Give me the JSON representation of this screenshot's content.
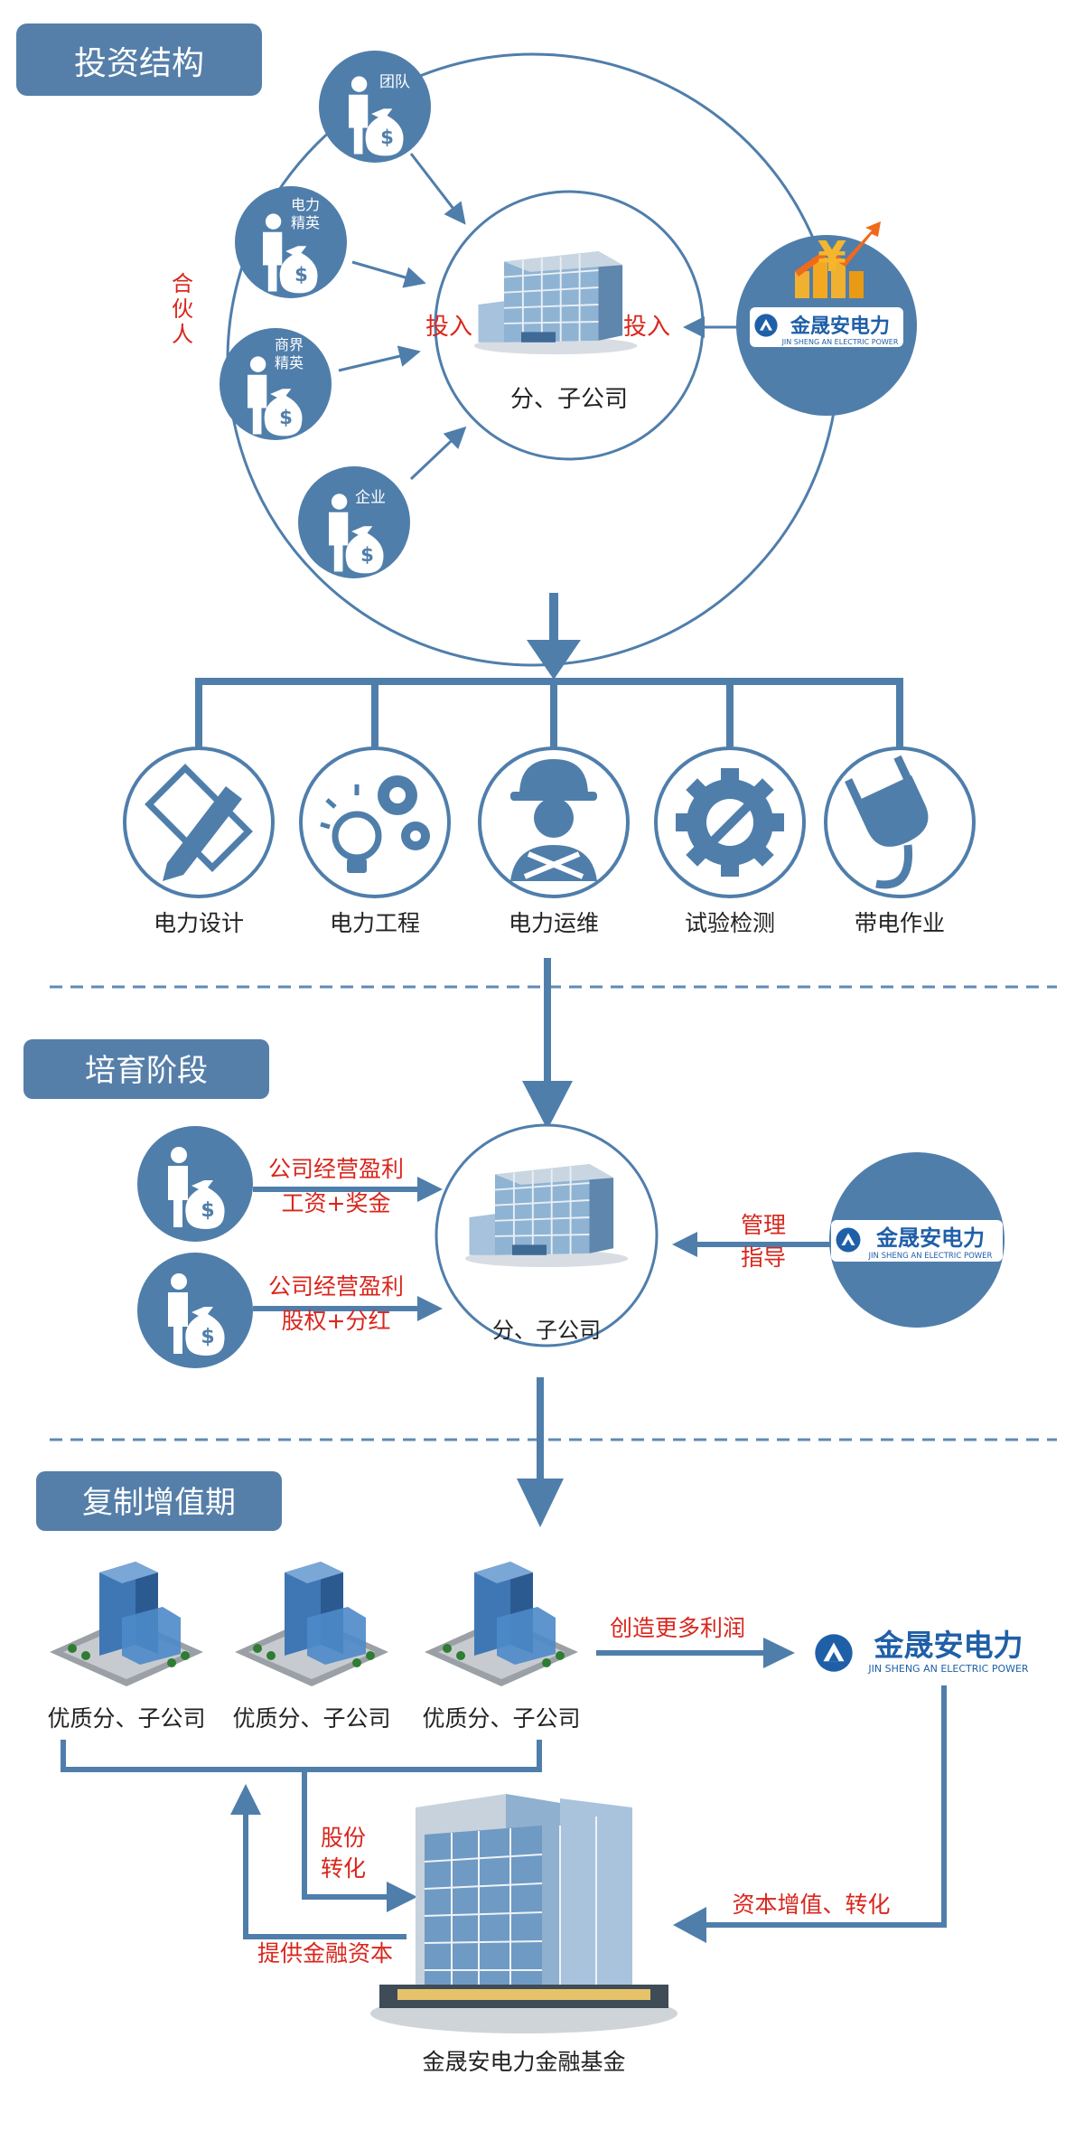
{
  "colors": {
    "primary": "#4f7eab",
    "primary_dark": "#3f6a96",
    "accent_red": "#d9261c",
    "dash": "#5f8ab6",
    "label_bg": "#557fa9"
  },
  "section1": {
    "heading": "投资结构",
    "partners_label": "合伙人",
    "partners": [
      {
        "label_line1": "团队",
        "label_line2": "",
        "icon": "investor-moneybag-icon"
      },
      {
        "label_line1": "电力",
        "label_line2": "精英",
        "icon": "investor-moneybag-icon"
      },
      {
        "label_line1": "商界",
        "label_line2": "精英",
        "icon": "investor-moneybag-icon"
      },
      {
        "label_line1": "企业",
        "label_line2": "",
        "icon": "investor-moneybag-icon"
      }
    ],
    "invest_left": "投入",
    "invest_right": "投入",
    "center_caption": "分、子公司",
    "brand_name": "金晟安电力",
    "brand_sub": "JIN SHENG AN ELECTRIC POWER",
    "services": [
      {
        "label": "电力设计",
        "icon": "pencil-ruler-icon"
      },
      {
        "label": "电力工程",
        "icon": "bulb-gears-icon"
      },
      {
        "label": "电力运维",
        "icon": "worker-tools-icon"
      },
      {
        "label": "试验检测",
        "icon": "gear-wrench-icon"
      },
      {
        "label": "带电作业",
        "icon": "plug-icon"
      }
    ]
  },
  "section2": {
    "heading": "培育阶段",
    "row1_line1": "公司经营盈利",
    "row1_line2": "工资+奖金",
    "row2_line1": "公司经营盈利",
    "row2_line2": "股权+分红",
    "manage_line1": "管理",
    "manage_line2": "指导",
    "center_caption": "分、子公司",
    "brand_name": "金晟安电力",
    "brand_sub": "JIN SHENG AN ELECTRIC POWER"
  },
  "section3": {
    "heading": "复制增值期",
    "subsidiaries": [
      {
        "label": "优质分、子公司"
      },
      {
        "label": "优质分、子公司"
      },
      {
        "label": "优质分、子公司"
      }
    ],
    "profit_text": "创造更多利润",
    "brand_name": "金晟安电力",
    "brand_sub": "JIN SHENG AN ELECTRIC POWER",
    "share_line1": "股份",
    "share_line2": "转化",
    "capital_text": "资本增值、转化",
    "finance_text": "提供金融资本",
    "fund_caption": "金晟安电力金融基金"
  }
}
